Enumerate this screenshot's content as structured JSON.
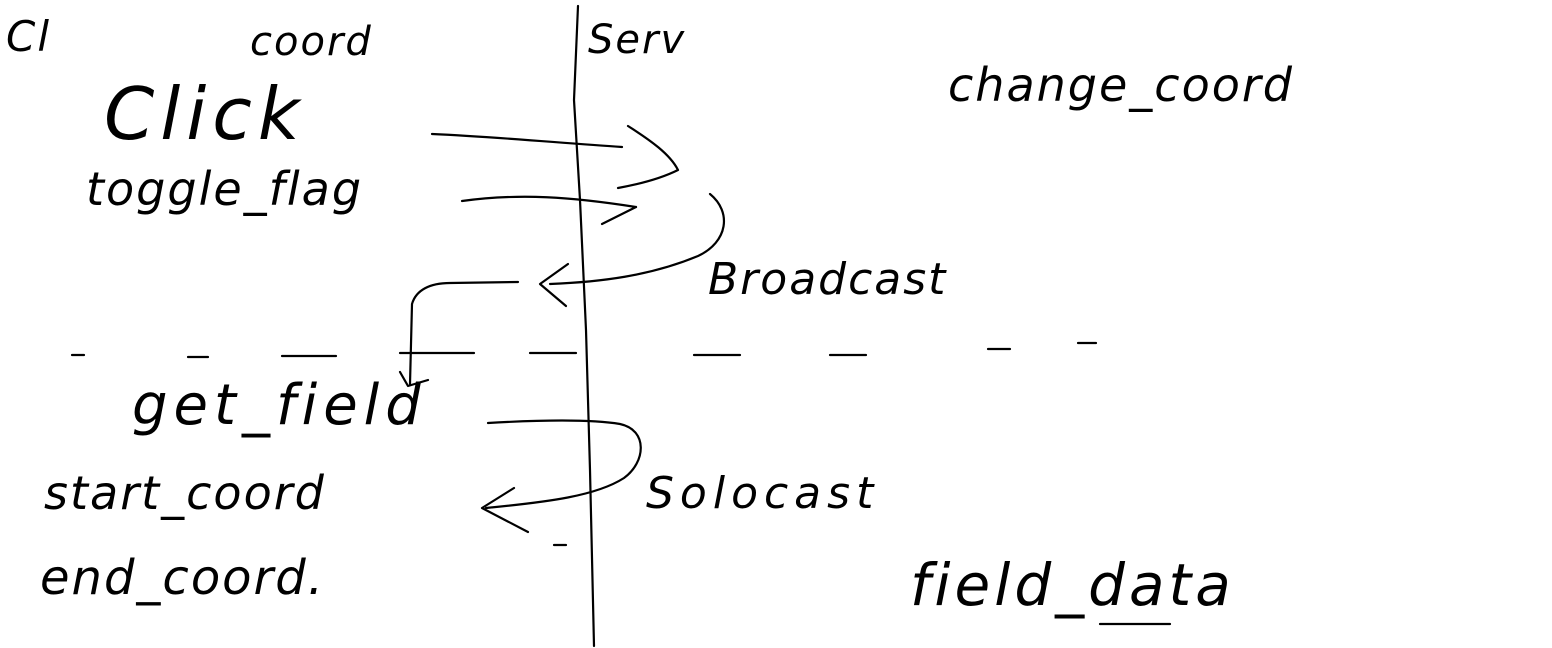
{
  "labels": {
    "client": "Cl",
    "coord": "coord",
    "server": "Serv",
    "change_coord": "change_coord",
    "click": "Click",
    "toggle_flag": "toggle_flag",
    "broadcast": "Broadcast",
    "get_field": "get_field",
    "start_coord": "start_coord",
    "solocast": "Solocast",
    "end_coord": "end_coord.",
    "field_data": "field_data"
  },
  "colors": {
    "ink": "#000000",
    "background": "#ffffff"
  }
}
